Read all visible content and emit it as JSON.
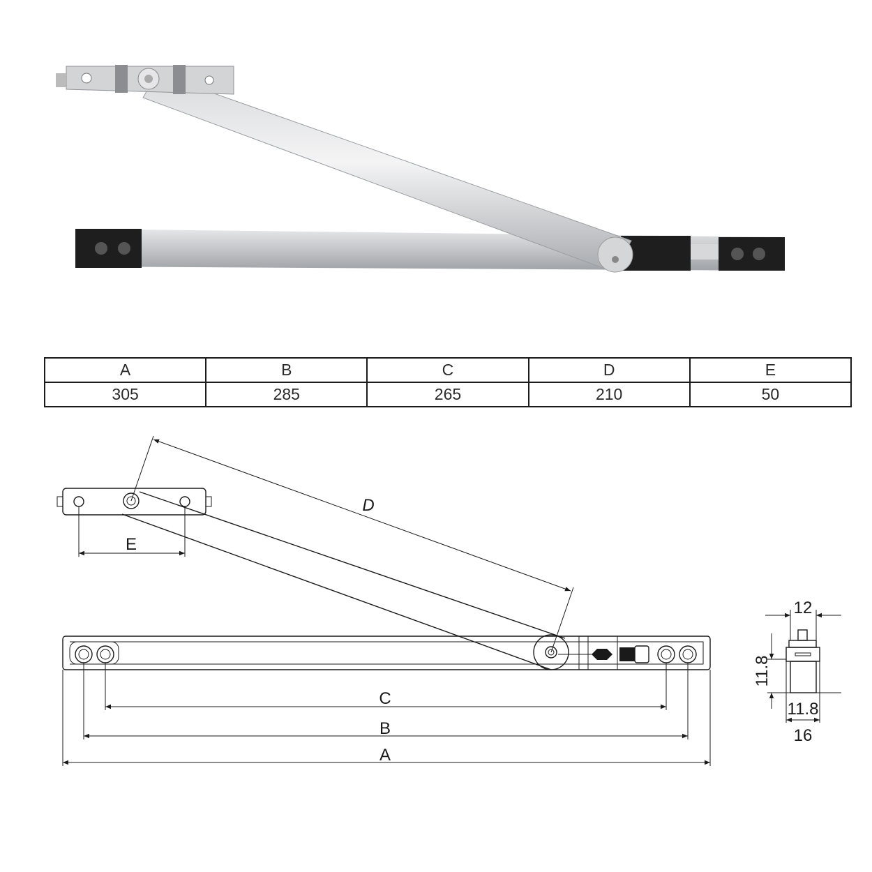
{
  "table": {
    "headers": [
      "A",
      "B",
      "C",
      "D",
      "E"
    ],
    "values": [
      "305",
      "285",
      "265",
      "210",
      "50"
    ]
  },
  "drawing": {
    "labels": {
      "A": "A",
      "B": "B",
      "C": "C",
      "D": "D",
      "E": "E"
    },
    "cross_section": {
      "top_width": "12",
      "height": "11.8",
      "inner_width": "11.8",
      "bottom_width": "16"
    }
  },
  "colors": {
    "line": "#1a1a1a",
    "aluminium": "#c8cacd",
    "end_cap": "#1e1e1e"
  }
}
